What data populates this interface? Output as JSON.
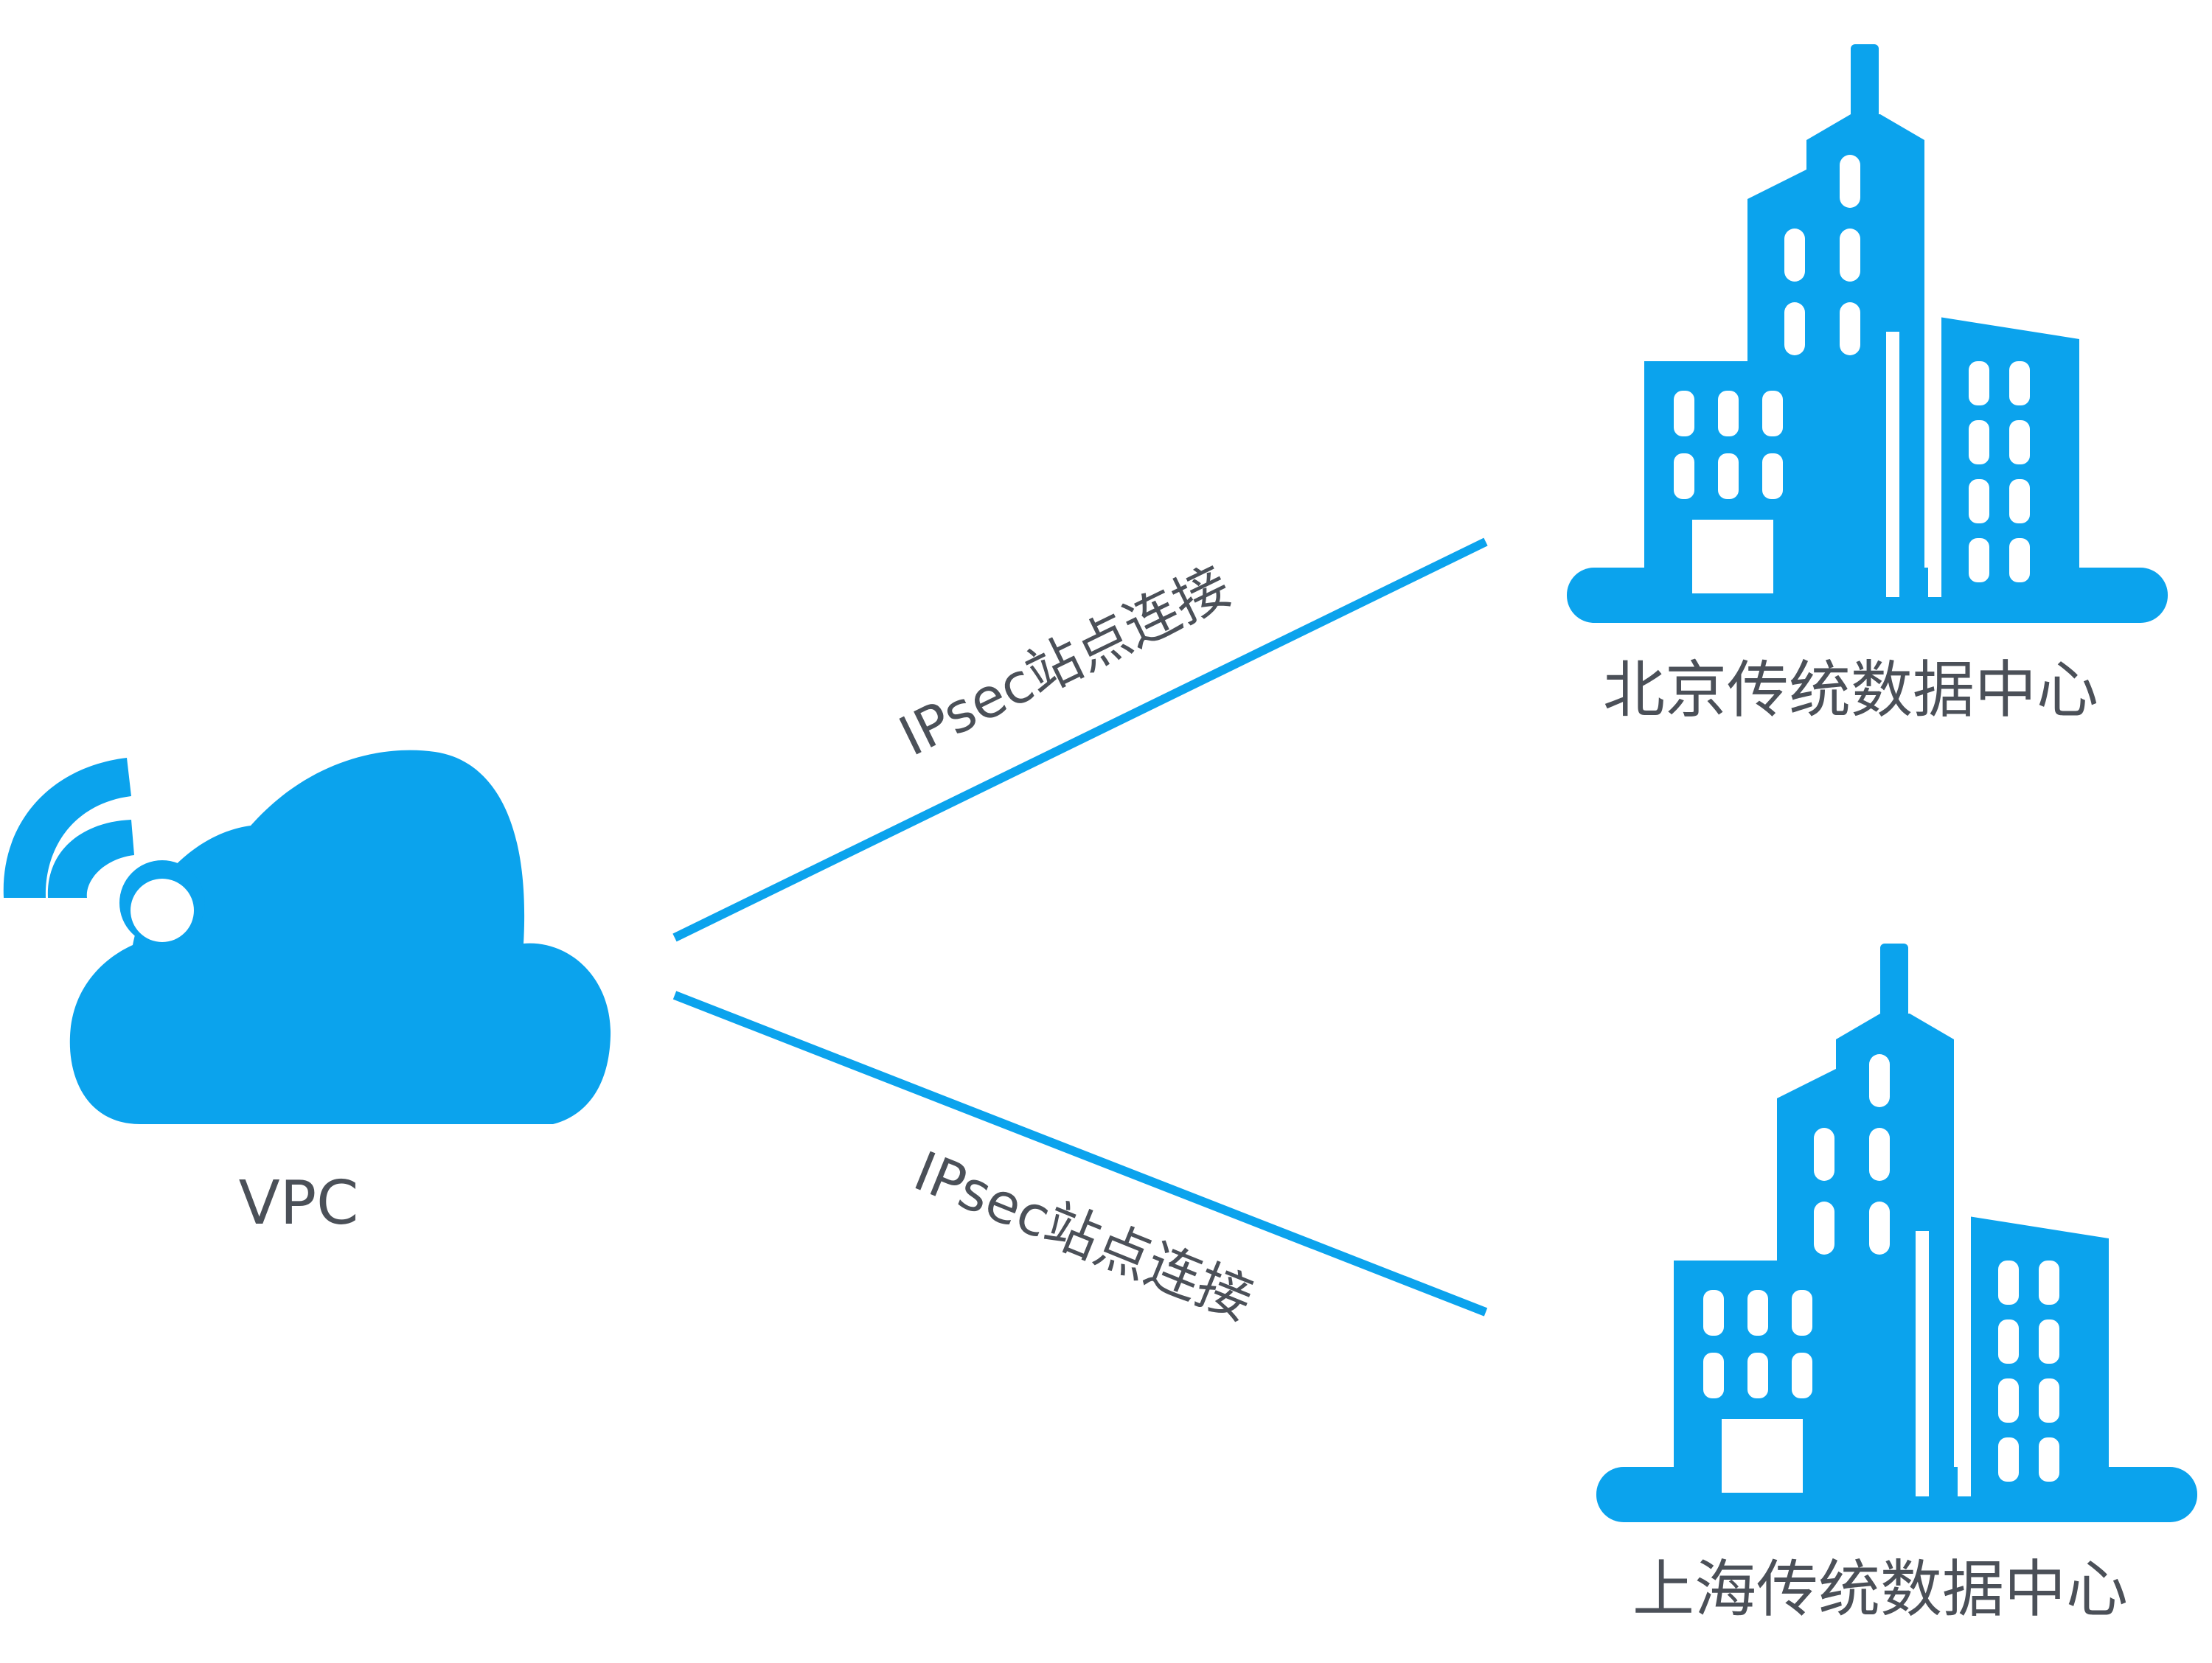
{
  "colors": {
    "icon": "#0ba3ed",
    "line": "#0ba3ed",
    "text": "#4b5058",
    "background": "#ffffff"
  },
  "nodes": {
    "vpc": {
      "label": "VPC",
      "icon": "cloud-wifi-icon"
    },
    "beijing": {
      "label": "北京传统数据中心",
      "icon": "buildings-icon"
    },
    "shanghai": {
      "label": "上海传统数据中心",
      "icon": "buildings-icon"
    }
  },
  "connections": {
    "to_beijing": {
      "label": "IPsec站点连接"
    },
    "to_shanghai": {
      "label": "IPsec站点连接"
    }
  }
}
